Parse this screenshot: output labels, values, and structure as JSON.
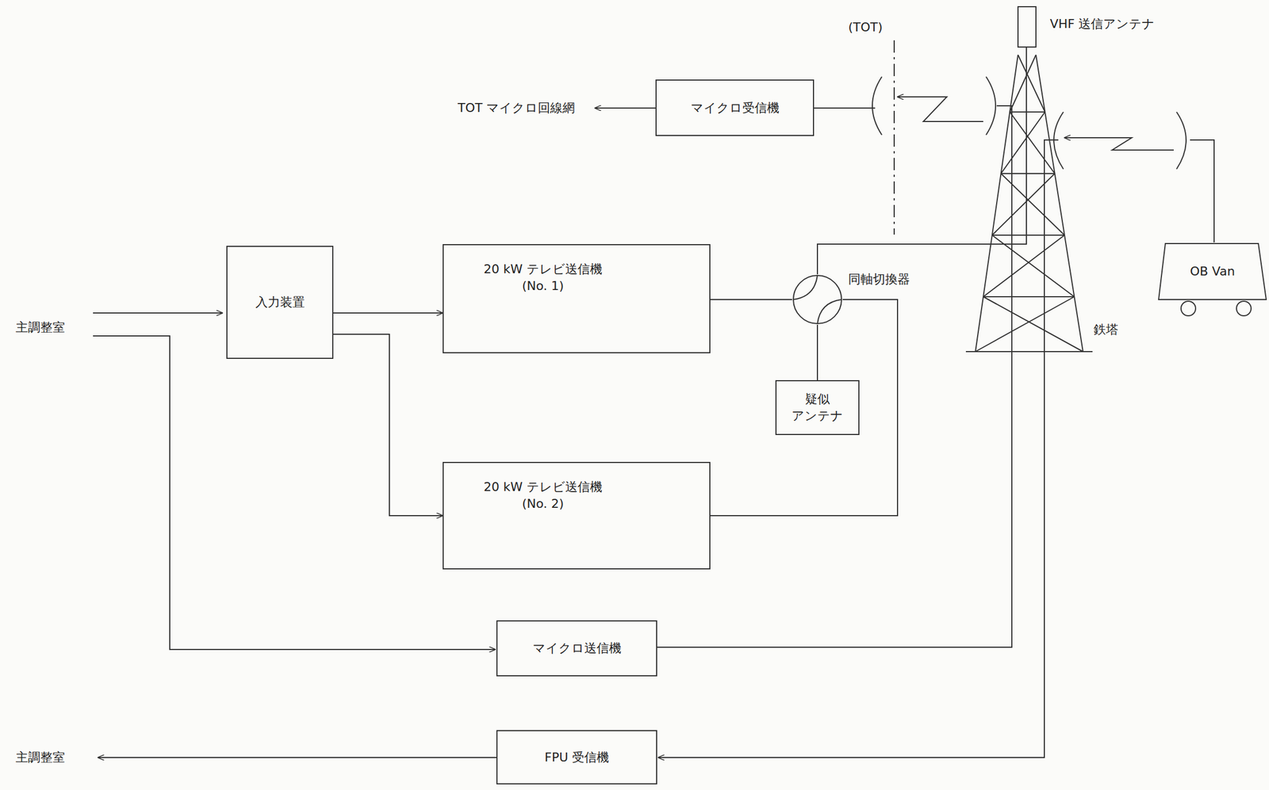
{
  "diagram": {
    "nodes": [
      {
        "text": [
          "マイクロ受信機"
        ]
      },
      {
        "text": [
          "入力装置"
        ]
      },
      {
        "text": [
          "20 kW テレビ送信機 (No. 1)"
        ]
      },
      {
        "text": [
          "同軸切換器"
        ]
      },
      {
        "text": [
          "OB Van"
        ]
      },
      {
        "text": [
          "疑似 アンテナ"
        ]
      },
      {
        "text": [
          "20 kW テレビ送信機 (No. 2)"
        ]
      },
      {
        "text": [
          "マイクロ送信機"
        ]
      },
      {
        "text": [
          "FPU 受信機"
        ]
      }
    ],
    "edges": [
      {
        "from": 1,
        "to": 2,
        "arrow": "to"
      },
      {
        "from": 1,
        "to": 6,
        "arrow": "to"
      },
      {
        "from": 2,
        "to": 3,
        "arrow": "none"
      },
      {
        "from": 6,
        "to": 3,
        "arrow": "none"
      },
      {
        "from": 3,
        "to": 5,
        "arrow": "none"
      }
    ],
    "labels": [
      "主調整室",
      "TOT マイクロ回線網",
      "(TOT)",
      "VHF 送信アンテナ",
      "鉄塔",
      "主調整室"
    ]
  }
}
